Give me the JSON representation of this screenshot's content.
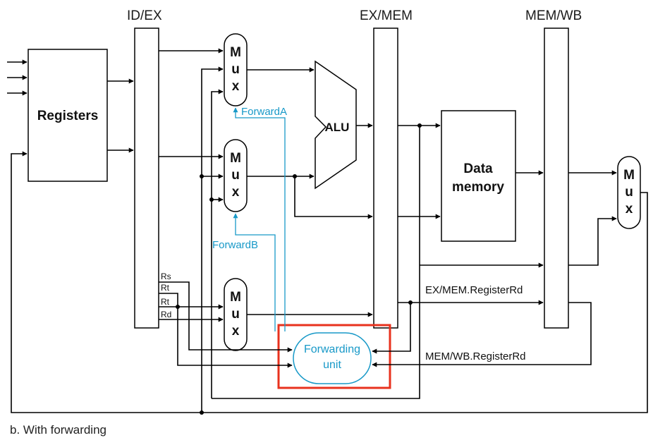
{
  "pipeline_registers": {
    "id_ex": "ID/EX",
    "ex_mem": "EX/MEM",
    "mem_wb": "MEM/WB"
  },
  "blocks": {
    "registers": "Registers",
    "alu": "ALU",
    "data_memory": [
      "Data",
      "memory"
    ],
    "forwarding_unit": [
      "Forwarding",
      "unit"
    ]
  },
  "mux_letters": [
    "M",
    "u",
    "x"
  ],
  "register_fields": [
    "Rs",
    "Rt",
    "Rt",
    "Rd"
  ],
  "control_signals": {
    "forward_a": "ForwardA",
    "forward_b": "ForwardB"
  },
  "bus_labels": {
    "ex_mem_rd": "EX/MEM.RegisterRd",
    "mem_wb_rd": "MEM/WB.RegisterRd"
  },
  "caption": "b. With forwarding",
  "colors": {
    "control": "#1899c8",
    "highlight": "#e8321e",
    "line": "#000000"
  }
}
